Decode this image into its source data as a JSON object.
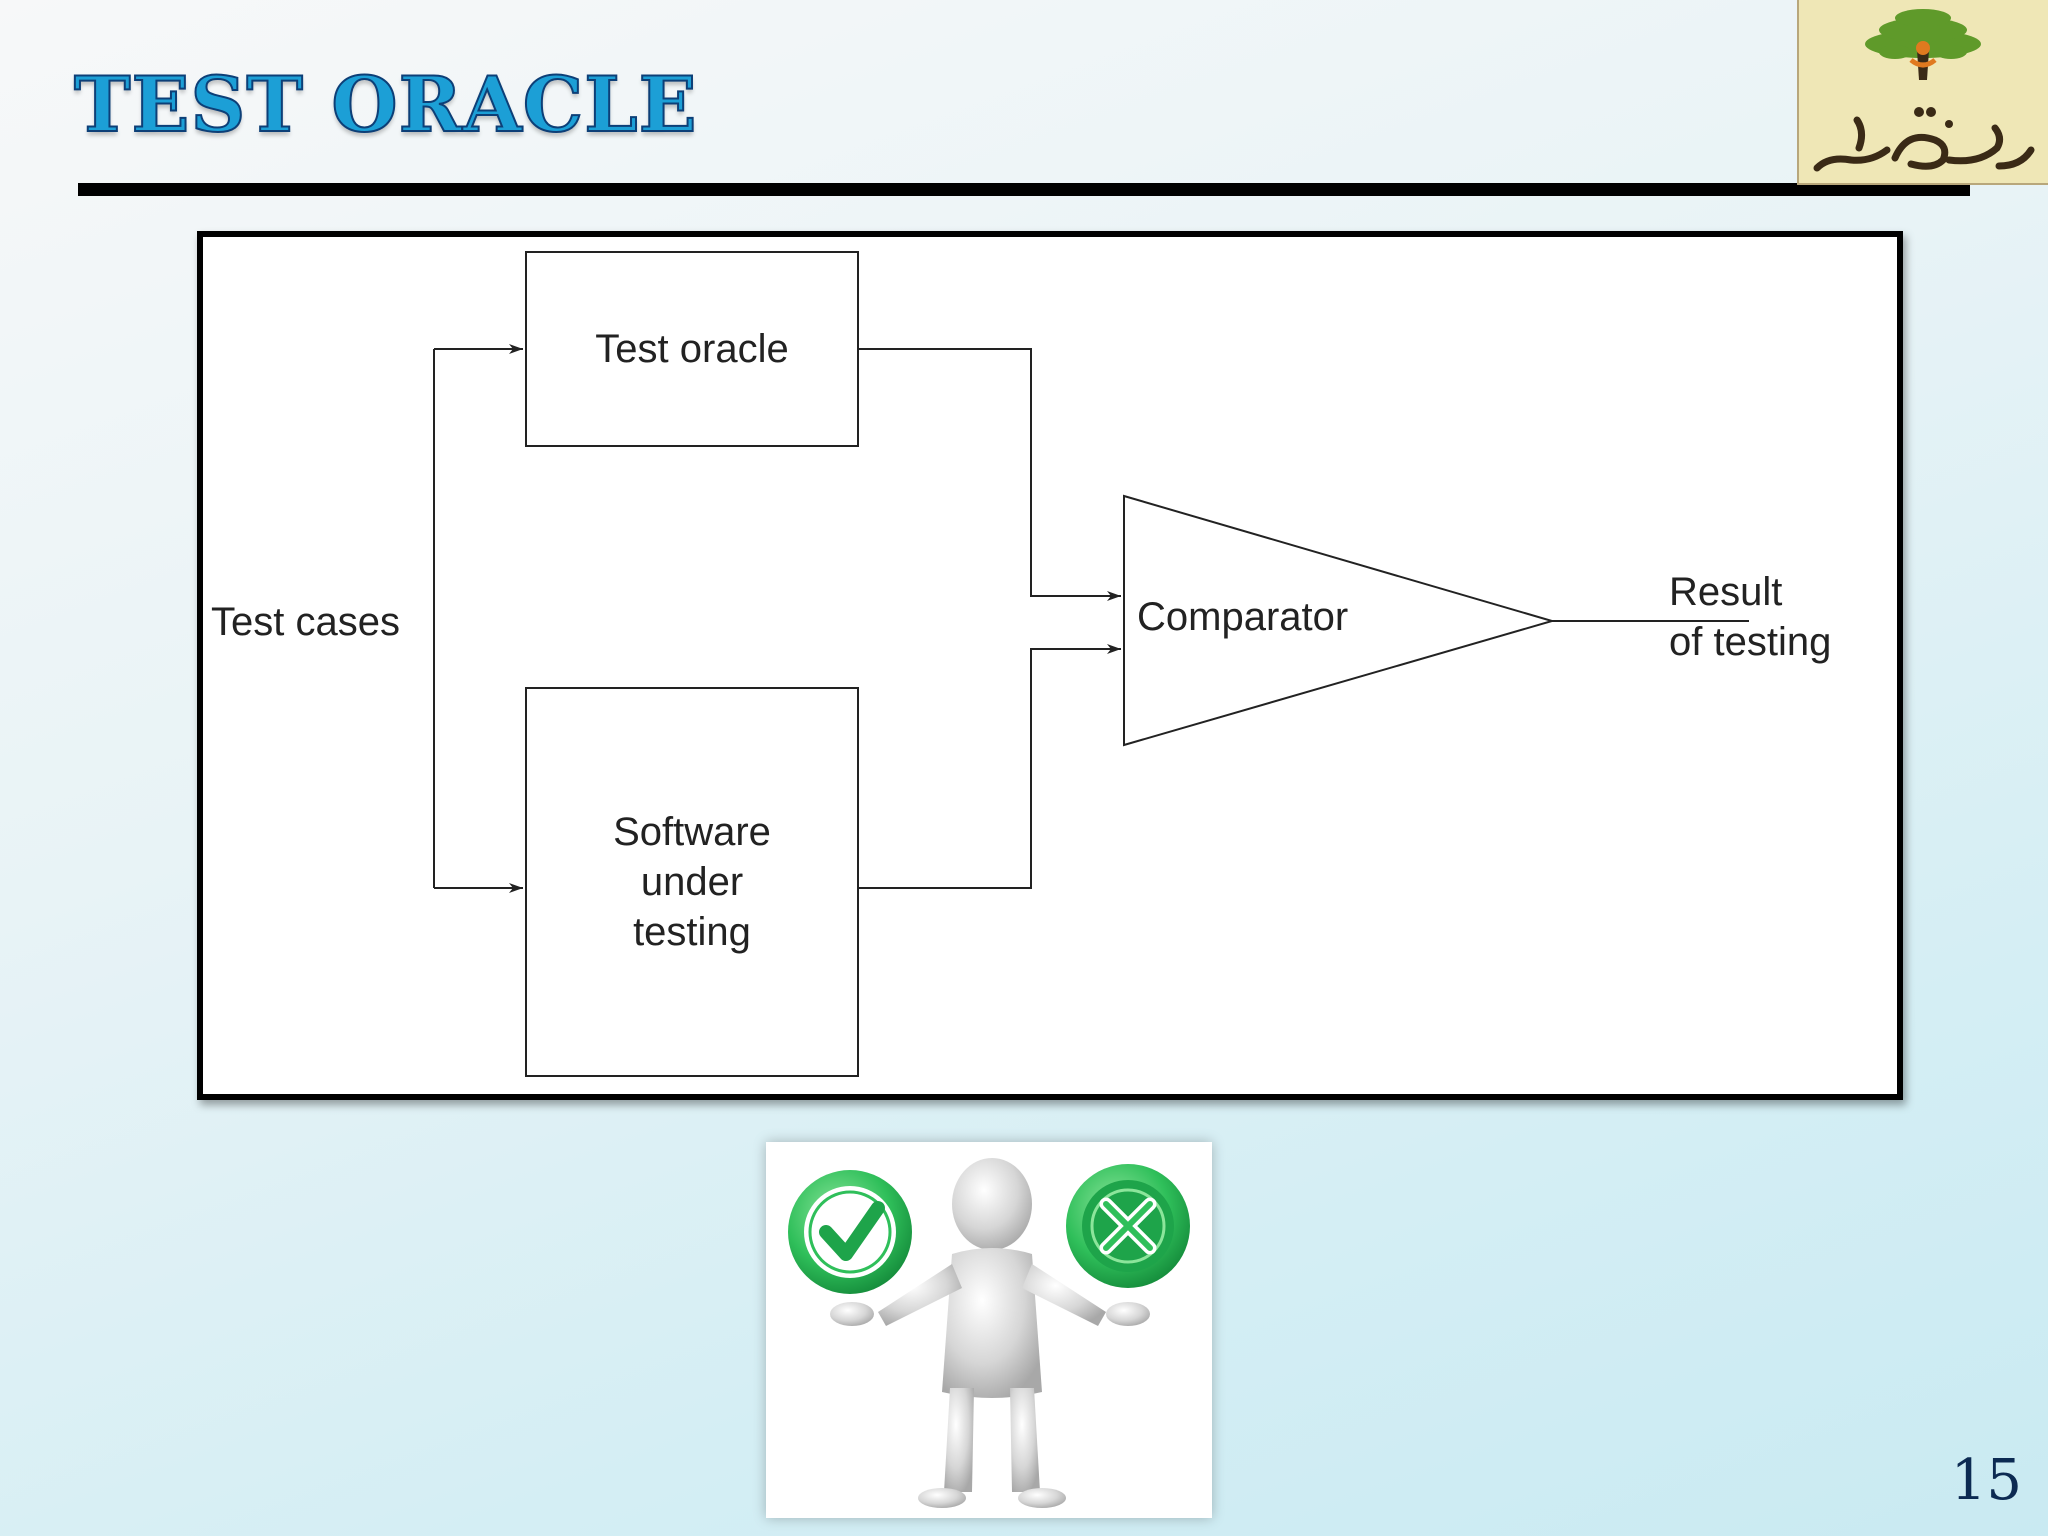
{
  "slide": {
    "title": "TEST ORACLE",
    "page_number": "15"
  },
  "diagram": {
    "input_label": "Test cases",
    "oracle_box": "Test oracle",
    "software_box_lines": [
      "Software",
      "under",
      "testing"
    ],
    "comparator_label": "Comparator",
    "result_lines": [
      "Result",
      "of testing"
    ]
  },
  "colors": {
    "title_fill": "#1c9fd6",
    "title_outline": "#0d3f77",
    "check_green": "#2fbf5a",
    "logo_bg": "#efe7b6"
  },
  "icons": {
    "logo": "tree-logo-icon",
    "check": "check-circle-icon",
    "cross": "cross-circle-icon"
  }
}
